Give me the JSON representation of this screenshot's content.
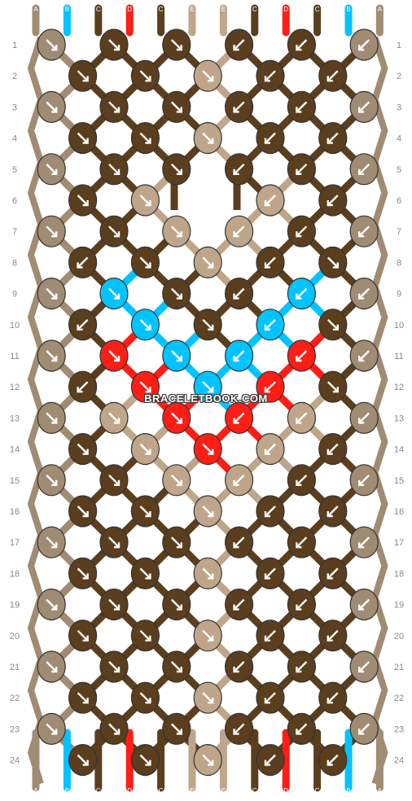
{
  "colors": {
    "A": "#a08b73",
    "B": "#00c3ff",
    "C": "#5a3e1e",
    "D": "#ff1d16",
    "E": "#bfa68a"
  },
  "top_strands": [
    "A",
    "B",
    "C",
    "D",
    "C",
    "E",
    "E",
    "C",
    "D",
    "C",
    "B",
    "A"
  ],
  "bottom_strands": [
    "A",
    "B",
    "C",
    "D",
    "C",
    "E",
    "E",
    "C",
    "D",
    "C",
    "B",
    "A"
  ],
  "rows": [
    "1",
    "2",
    "3",
    "4",
    "5",
    "6",
    "7",
    "8",
    "9",
    "10",
    "11",
    "12",
    "13",
    "14",
    "15",
    "16",
    "17",
    "18",
    "19",
    "20",
    "21",
    "22",
    "23",
    "24"
  ],
  "knots": {
    "note_odd": "odd rows have 6 knots, even rows have 5 knots",
    "grid": [
      [
        [
          "A",
          "f"
        ],
        [
          "C",
          "f"
        ],
        [
          "C",
          "f"
        ],
        [
          "C",
          "b"
        ],
        [
          "C",
          "b"
        ],
        [
          "A",
          "b"
        ]
      ],
      [
        [
          "C",
          "f"
        ],
        [
          "C",
          "f"
        ],
        [
          "E",
          "f"
        ],
        [
          "C",
          "b"
        ],
        [
          "C",
          "b"
        ]
      ],
      [
        [
          "A",
          "f"
        ],
        [
          "C",
          "f"
        ],
        [
          "C",
          "f"
        ],
        [
          "C",
          "b"
        ],
        [
          "C",
          "b"
        ],
        [
          "A",
          "b"
        ]
      ],
      [
        [
          "C",
          "f"
        ],
        [
          "C",
          "f"
        ],
        [
          "E",
          "f"
        ],
        [
          "C",
          "b"
        ],
        [
          "C",
          "b"
        ]
      ],
      [
        [
          "A",
          "f"
        ],
        [
          "C",
          "f"
        ],
        [
          "C",
          "f"
        ],
        [
          "C",
          "b"
        ],
        [
          "C",
          "b"
        ],
        [
          "A",
          "b"
        ]
      ],
      [
        [
          "C",
          "f"
        ],
        [
          "E",
          "f"
        ],
        null,
        [
          "E",
          "b"
        ],
        [
          "C",
          "b"
        ]
      ],
      [
        [
          "A",
          "f"
        ],
        [
          "C",
          "f"
        ],
        [
          "E",
          "f"
        ],
        [
          "E",
          "b"
        ],
        [
          "C",
          "b"
        ],
        [
          "A",
          "b"
        ]
      ],
      [
        [
          "C",
          "b"
        ],
        [
          "C",
          "f"
        ],
        [
          "E",
          "f"
        ],
        [
          "C",
          "b"
        ],
        [
          "C",
          "f"
        ]
      ],
      [
        [
          "A",
          "f"
        ],
        [
          "B",
          "f"
        ],
        [
          "C",
          "f"
        ],
        [
          "C",
          "b"
        ],
        [
          "B",
          "b"
        ],
        [
          "A",
          "b"
        ]
      ],
      [
        [
          "C",
          "b"
        ],
        [
          "B",
          "f"
        ],
        [
          "C",
          "f"
        ],
        [
          "B",
          "b"
        ],
        [
          "C",
          "f"
        ]
      ],
      [
        [
          "A",
          "f"
        ],
        [
          "D",
          "f"
        ],
        [
          "B",
          "f"
        ],
        [
          "B",
          "b"
        ],
        [
          "D",
          "b"
        ],
        [
          "A",
          "b"
        ]
      ],
      [
        [
          "C",
          "b"
        ],
        [
          "D",
          "f"
        ],
        [
          "B",
          "f"
        ],
        [
          "D",
          "b"
        ],
        [
          "C",
          "f"
        ]
      ],
      [
        [
          "A",
          "f"
        ],
        [
          "E",
          "f"
        ],
        [
          "D",
          "f"
        ],
        [
          "D",
          "b"
        ],
        [
          "E",
          "b"
        ],
        [
          "A",
          "b"
        ]
      ],
      [
        [
          "C",
          "f"
        ],
        [
          "E",
          "f"
        ],
        [
          "D",
          "f"
        ],
        [
          "E",
          "b"
        ],
        [
          "C",
          "b"
        ]
      ],
      [
        [
          "A",
          "f"
        ],
        [
          "C",
          "f"
        ],
        [
          "E",
          "f"
        ],
        [
          "E",
          "b"
        ],
        [
          "C",
          "b"
        ],
        [
          "A",
          "b"
        ]
      ],
      [
        [
          "C",
          "f"
        ],
        [
          "C",
          "f"
        ],
        [
          "E",
          "f"
        ],
        [
          "C",
          "b"
        ],
        [
          "C",
          "b"
        ]
      ],
      [
        [
          "A",
          "f"
        ],
        [
          "C",
          "f"
        ],
        [
          "C",
          "f"
        ],
        [
          "C",
          "b"
        ],
        [
          "C",
          "b"
        ],
        [
          "A",
          "b"
        ]
      ],
      [
        [
          "C",
          "f"
        ],
        [
          "C",
          "f"
        ],
        [
          "E",
          "f"
        ],
        [
          "C",
          "b"
        ],
        [
          "C",
          "b"
        ]
      ],
      [
        [
          "A",
          "f"
        ],
        [
          "C",
          "f"
        ],
        [
          "C",
          "f"
        ],
        [
          "C",
          "b"
        ],
        [
          "C",
          "b"
        ],
        [
          "A",
          "b"
        ]
      ],
      [
        [
          "C",
          "f"
        ],
        [
          "C",
          "f"
        ],
        [
          "E",
          "f"
        ],
        [
          "C",
          "b"
        ],
        [
          "C",
          "b"
        ]
      ],
      [
        [
          "A",
          "f"
        ],
        [
          "C",
          "f"
        ],
        [
          "C",
          "f"
        ],
        [
          "C",
          "b"
        ],
        [
          "C",
          "b"
        ],
        [
          "A",
          "b"
        ]
      ],
      [
        [
          "C",
          "f"
        ],
        [
          "C",
          "f"
        ],
        [
          "E",
          "f"
        ],
        [
          "C",
          "b"
        ],
        [
          "C",
          "b"
        ]
      ],
      [
        [
          "A",
          "f"
        ],
        [
          "C",
          "f"
        ],
        [
          "C",
          "f"
        ],
        [
          "C",
          "b"
        ],
        [
          "C",
          "b"
        ],
        [
          "A",
          "b"
        ]
      ],
      [
        [
          "C",
          "f"
        ],
        [
          "C",
          "f"
        ],
        [
          "E",
          "f"
        ],
        [
          "C",
          "b"
        ],
        [
          "C",
          "b"
        ]
      ]
    ]
  },
  "watermark": "BRACELETBOOK.COM"
}
